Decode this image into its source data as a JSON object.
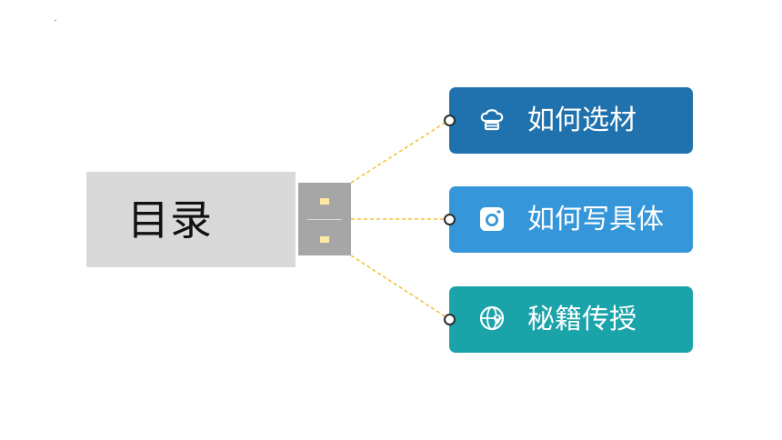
{
  "toc": {
    "title": "目录"
  },
  "items": [
    {
      "label": "如何选材",
      "icon": "chef-hat-icon",
      "color": "#1f72ad"
    },
    {
      "label": "如何写具体",
      "icon": "camera-icon",
      "color": "#3597da"
    },
    {
      "label": "秘籍传授",
      "icon": "globe-pin-icon",
      "color": "#1ba3aa"
    }
  ],
  "colors": {
    "toc_background": "#d9d9d9",
    "connector": "#a6a6a6",
    "dashed_line": "#f2c12e"
  }
}
